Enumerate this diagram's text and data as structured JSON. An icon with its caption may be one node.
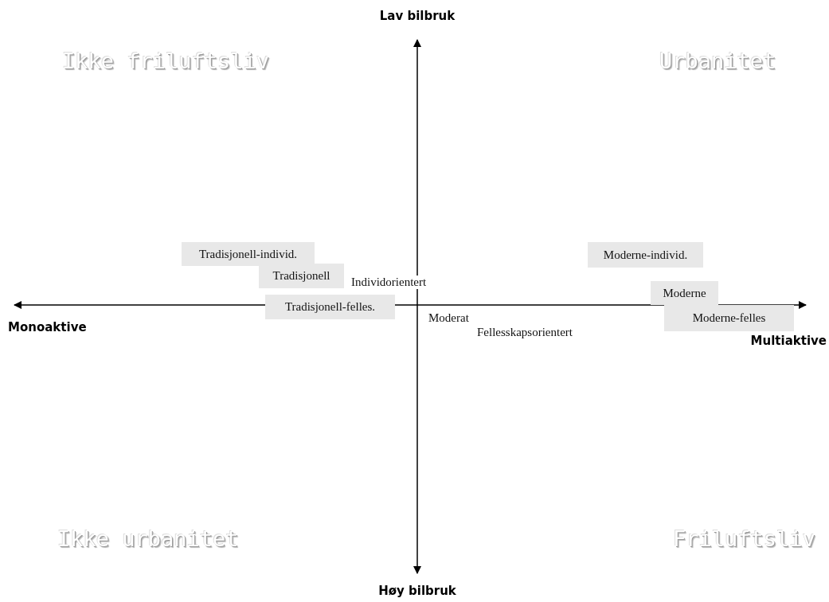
{
  "diagram": {
    "nodes": [
      {
        "text": [
          "Tradisjonell-individ."
        ]
      },
      {
        "text": [
          "Moderne-individ."
        ]
      },
      {
        "text": [
          "Tradisjonell"
        ]
      },
      {
        "text": [
          "Moderne"
        ]
      },
      {
        "text": [
          "Tradisjonell-felles."
        ]
      },
      {
        "text": [
          "Moderne-felles"
        ]
      }
    ],
    "edges": [],
    "labels": [
      "Lav bilbruk",
      "Ikke friluftsliv",
      "Urbanitet",
      "Individorientert",
      "Monoaktive",
      "Moderat",
      "Fellesskapsorientert",
      "Multiaktive",
      "Ikke urbanitet",
      "Friluftsliv",
      "Høy bilbruk"
    ]
  }
}
